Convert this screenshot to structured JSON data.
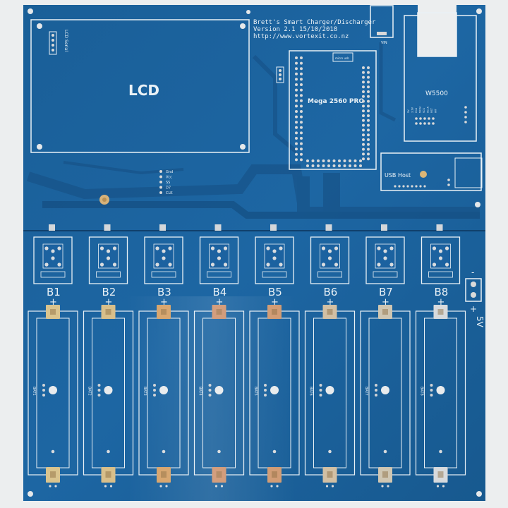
{
  "board": {
    "title_line1": "Brett's Smart Charger/Discharger",
    "title_line2": "Version 2.1 15/10/2018",
    "title_line3": "http://www.vortexit.co.nz",
    "lcd_label": "LCD",
    "lcd_serial_label": "LCD Serial",
    "mega_label": "Mega 2560 PRO",
    "micro_usb_label": "micro usb",
    "w5500_label": "W5500",
    "usb_host_label": "USB Host",
    "vin_label": "VIN",
    "power_label": "5V",
    "power_plus": "+",
    "power_minus": "-",
    "i2c_pins": [
      "Gnd",
      "Vcc",
      "SS",
      "D7",
      "CLK"
    ],
    "w5500_pins": [
      "5V",
      "3.3V",
      "Gnd",
      "MOSI",
      "SCK",
      "SCLK",
      "RST",
      "INT"
    ],
    "bays": [
      {
        "label": "B1",
        "plus": "+",
        "bat_label": "BAT1",
        "tab_color": "#d9c48e"
      },
      {
        "label": "B2",
        "plus": "+",
        "bat_label": "BAT2",
        "tab_color": "#d8bf8a"
      },
      {
        "label": "B3",
        "plus": "+",
        "bat_label": "BAT3",
        "tab_color": "#d6a36a"
      },
      {
        "label": "B4",
        "plus": "+",
        "bat_label": "BAT4",
        "tab_color": "#cf9470"
      },
      {
        "label": "B5",
        "plus": "+",
        "bat_label": "BAT5",
        "tab_color": "#d09a72"
      },
      {
        "label": "B6",
        "plus": "+",
        "bat_label": "BAT6",
        "tab_color": "#d2c0a4"
      },
      {
        "label": "B7",
        "plus": "+",
        "bat_label": "BAT7",
        "tab_color": "#cfc6b2"
      },
      {
        "label": "B8",
        "plus": "+",
        "bat_label": "BAT8",
        "tab_color": "#d7dadd"
      }
    ]
  }
}
